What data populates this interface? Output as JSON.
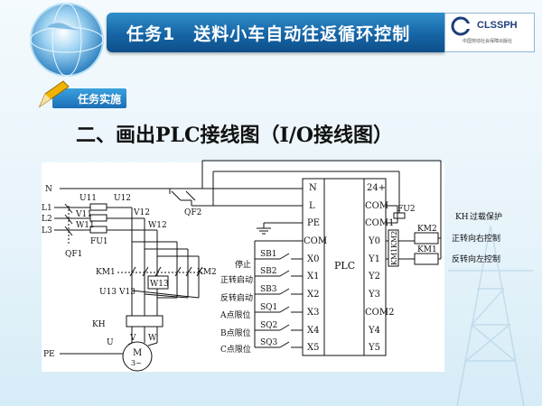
{
  "slide": {
    "title": "任务1　送料小车自动往返循环控制",
    "section_tag": "任务实施",
    "heading": "二、画出PLC接线图（I/O接线图）",
    "logo": {
      "brand": "CLSSPH",
      "publisher": "中国劳动社会保障出版社"
    }
  },
  "diagram": {
    "power": {
      "neutral": "N",
      "lines": [
        "L1",
        "L2",
        "L3"
      ],
      "pe": "PE"
    },
    "breaker": "QF1",
    "fuse": "FU1",
    "main_labels": {
      "u11": "U11",
      "v11": "V11",
      "w11": "W11",
      "u12": "U12",
      "v12": "V12",
      "w12": "W12",
      "u13": "U13",
      "v13": "V13",
      "w13": "W13"
    },
    "contactors": {
      "km1": "KM1",
      "km2": "KM2"
    },
    "overload": "KH",
    "motor": {
      "u": "U",
      "v": "V",
      "w": "W",
      "label": "M",
      "phase": "3~"
    },
    "qf2": "QF2",
    "plc": {
      "label": "PLC",
      "left_terminals": [
        "N",
        "L",
        "PE",
        "COM",
        "X0",
        "X1",
        "X2",
        "X3",
        "X4",
        "X5"
      ],
      "right_terminals": [
        "24+",
        "COM",
        "COM1",
        "Y0",
        "Y1",
        "Y2",
        "Y3",
        "COM2",
        "Y4",
        "Y5"
      ]
    },
    "inputs": [
      {
        "id": "SB1",
        "desc": "停止"
      },
      {
        "id": "SB2",
        "desc": "正转启动"
      },
      {
        "id": "SB3",
        "desc": "反转启动"
      },
      {
        "id": "SQ1",
        "desc": "A点限位"
      },
      {
        "id": "SQ2",
        "desc": "B点限位"
      },
      {
        "id": "SQ3",
        "desc": "C点限位"
      }
    ],
    "outputs": {
      "fuse": "FU2",
      "interlock_km2": "KM2",
      "interlock_km1": "KM1",
      "coil_km2": "KM2",
      "coil_km1": "KM1",
      "kh": "KH",
      "kh_desc": "过载保护",
      "forward_desc": "正转向右控制",
      "reverse_desc": "反转向左控制"
    }
  }
}
